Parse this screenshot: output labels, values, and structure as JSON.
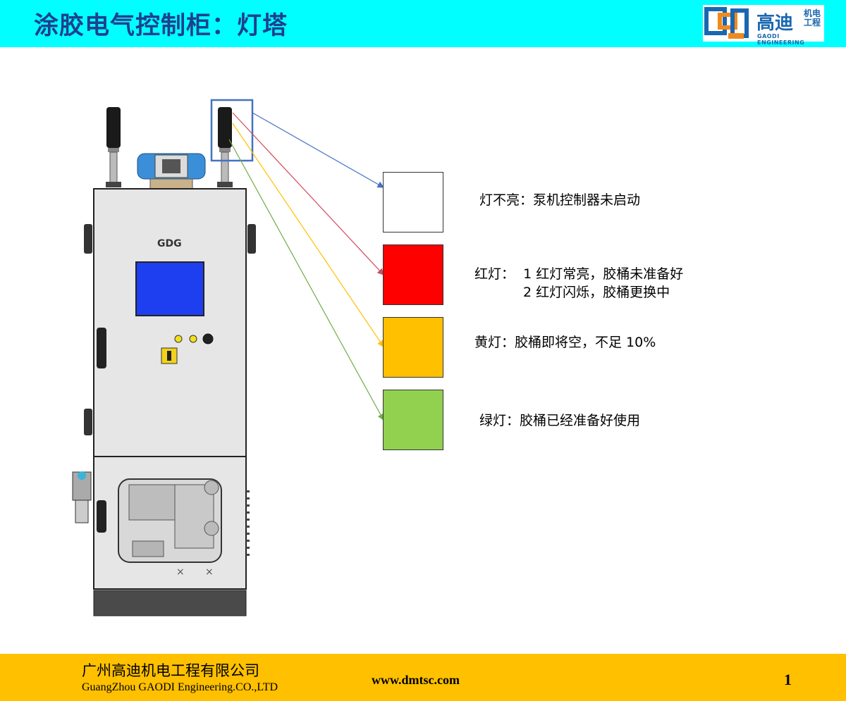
{
  "header": {
    "title": "涂胶电气控制柜：灯塔",
    "logo": {
      "cn": "高迪",
      "cn_small": "机电工程",
      "en": "GAODI ENGINEERING",
      "mark_lettering": ""
    }
  },
  "cabinet": {
    "brand_mark": "GDG"
  },
  "lights": [
    {
      "color": "#ffffff",
      "arrow_color": "#4472c4",
      "label": "灯不亮：泵机控制器未启动"
    },
    {
      "color": "#ff0000",
      "arrow_color": "#d24a5a",
      "label": "红灯：  1 红灯常亮，胶桶未准备好",
      "label2": "2 红灯闪烁，胶桶更换中"
    },
    {
      "color": "#ffc000",
      "arrow_color": "#ffc000",
      "label": "黄灯：胶桶即将空，不足 10%"
    },
    {
      "color": "#92d050",
      "arrow_color": "#70ad47",
      "label": "绿灯：胶桶已经准备好使用"
    }
  ],
  "footer": {
    "company_cn": "广州高迪机电工程有限公司",
    "company_en": "GuangZhou GAODI Engineering.CO.,LTD",
    "website": "www.dmtsc.com",
    "page": "1"
  }
}
